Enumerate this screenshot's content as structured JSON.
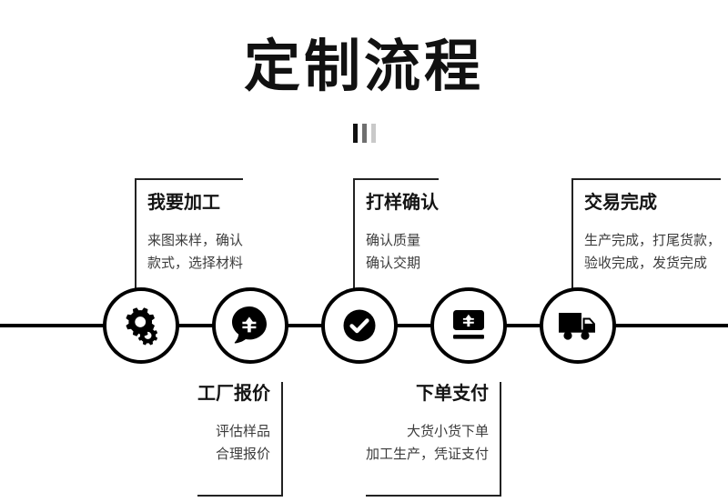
{
  "header": {
    "title": "定制流程",
    "decor_bars": [
      "decor-bar-dark",
      "decor-bar-mid",
      "decor-bar-light"
    ],
    "decor_colors": [
      "#111111",
      "#6f6f6f",
      "#c9c9c9"
    ]
  },
  "theme": {
    "background": "#ffffff",
    "foreground": "#000000",
    "title_color": "#111111",
    "desc_color": "#3c3c3c",
    "line_color": "#000000"
  },
  "timeline": {
    "line_label": "process-baseline",
    "steps": [
      {
        "index": 1,
        "icon": "gears-icon",
        "position": "top",
        "title": "我要加工",
        "desc_lines": [
          "来图来样，确认",
          "款式，选择材料"
        ]
      },
      {
        "index": 2,
        "icon": "price-chat-bubble-yuan-icon",
        "position": "bottom",
        "title": "工厂报价",
        "desc_lines": [
          "评估样品",
          "合理报价"
        ]
      },
      {
        "index": 3,
        "icon": "check-circle-icon",
        "position": "top",
        "title": "打样确认",
        "desc_lines": [
          "确认质量",
          "确认交期"
        ]
      },
      {
        "index": 4,
        "icon": "payment-terminal-yuan-icon",
        "position": "bottom",
        "title": "下单支付",
        "desc_lines": [
          "大货小货下单",
          "加工生产，凭证支付"
        ]
      },
      {
        "index": 5,
        "icon": "delivery-truck-icon",
        "position": "top",
        "title": "交易完成",
        "desc_lines": [
          "生产完成，打尾货款，",
          "验收完成，发货完成"
        ]
      }
    ]
  }
}
